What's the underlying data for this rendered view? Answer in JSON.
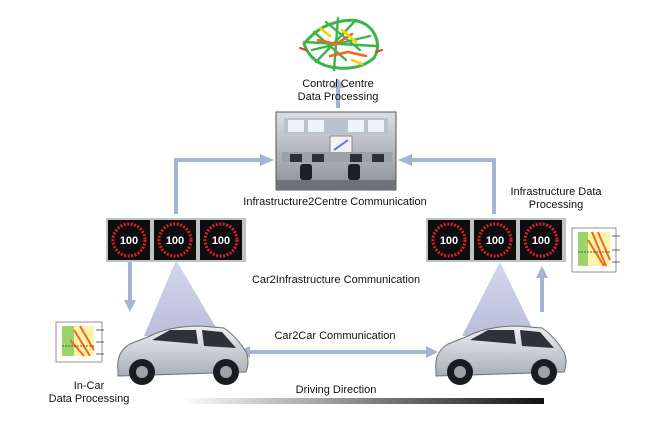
{
  "colors": {
    "arrow": "#a7b3d2",
    "beam": "#c7cbe3",
    "sign_bg": "#0d0d0d",
    "sign_ring": "#d8202b",
    "car_body": "#d6d9de",
    "network_primary": "#39b54a",
    "network_secondary": "#f26522",
    "network_tertiary": "#f5d400"
  },
  "control_centre": {
    "label_line1": "Control Centre",
    "label_line2": "Data Processing"
  },
  "infrastructure2centre": {
    "label": "Infrastructure2Centre Communication"
  },
  "infrastructure_data": {
    "label_line1": "Infrastructure Data",
    "label_line2": "Processing"
  },
  "car2infrastructure": {
    "label": "Car2Infrastructure Communication"
  },
  "car2car": {
    "label": "Car2Car Communication"
  },
  "in_car": {
    "label_line1": "In-Car",
    "label_line2": "Data Processing"
  },
  "driving_direction": {
    "label": "Driving Direction"
  },
  "speed_signs": {
    "value": "100"
  }
}
